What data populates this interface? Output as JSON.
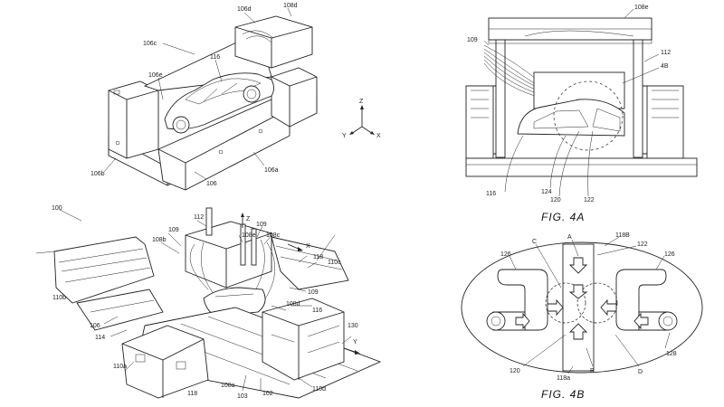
{
  "figure_top_left": {
    "labels": [
      "106d",
      "108d",
      "106c",
      "116",
      "106e",
      "106b",
      "106",
      "106a"
    ],
    "axes": {
      "z": "Z",
      "y": "Y",
      "x": "X"
    }
  },
  "figure_bottom_left": {
    "labels": [
      "100",
      "112",
      "109",
      "108b",
      "Z",
      "109",
      "108e",
      "108c",
      "X",
      "118",
      "110c",
      "110b",
      "109",
      "108d",
      "116",
      "106",
      "114",
      "130",
      "110a",
      "Y",
      "118",
      "108a",
      "103",
      "102",
      "110d"
    ]
  },
  "figure_4a": {
    "title": "FIG. 4A",
    "labels": [
      "108e",
      "109",
      "112",
      "4B",
      "116",
      "124",
      "120",
      "122"
    ]
  },
  "figure_4b": {
    "title": "FIG. 4B",
    "labels": [
      "126",
      "C",
      "A",
      "118B",
      "122",
      "126",
      "120",
      "118a",
      "B",
      "D",
      "128"
    ]
  }
}
